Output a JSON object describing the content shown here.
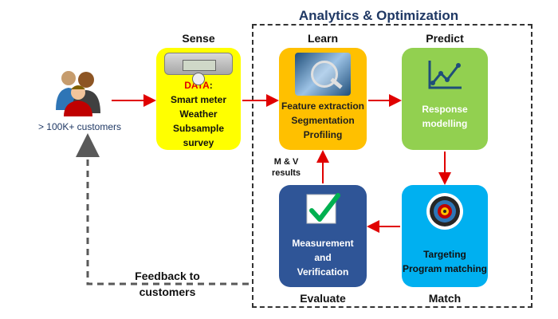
{
  "title": "Analytics & Optimization",
  "customers": {
    "label": "> 100K+ customers"
  },
  "stages": {
    "sense": {
      "label": "Sense",
      "data_prefix": "DATA",
      "data_colon": ":",
      "lines": [
        "Smart meter",
        "Weather",
        "Subsample survey"
      ]
    },
    "learn": {
      "label": "Learn",
      "lines": [
        "Feature extraction",
        "Segmentation",
        "Profiling"
      ]
    },
    "predict": {
      "label": "Predict",
      "lines": [
        "Response",
        "modelling"
      ]
    },
    "match": {
      "label": "Match",
      "lines": [
        "Targeting",
        "Program matching"
      ]
    },
    "evaluate": {
      "label": "Evaluate",
      "lines": [
        "Measurement",
        "and",
        "Verification"
      ]
    }
  },
  "mv_results": {
    "line1": "M & V",
    "line2": "results"
  },
  "feedback": {
    "line1": "Feedback to",
    "line2": "customers"
  },
  "colors": {
    "sense": "#ffff00",
    "learn": "#ffc000",
    "predict": "#92d050",
    "match": "#00b0f0",
    "evaluate": "#2f5597",
    "arrow": "#e00000",
    "title": "#1f3864",
    "check": "#00b050"
  },
  "icons": {
    "customers": "people-group-icon",
    "sense": "smart-meter-icon",
    "learn": "magnifier-icon",
    "predict": "line-chart-icon",
    "match": "target-icon",
    "evaluate": "checkmark-icon"
  }
}
